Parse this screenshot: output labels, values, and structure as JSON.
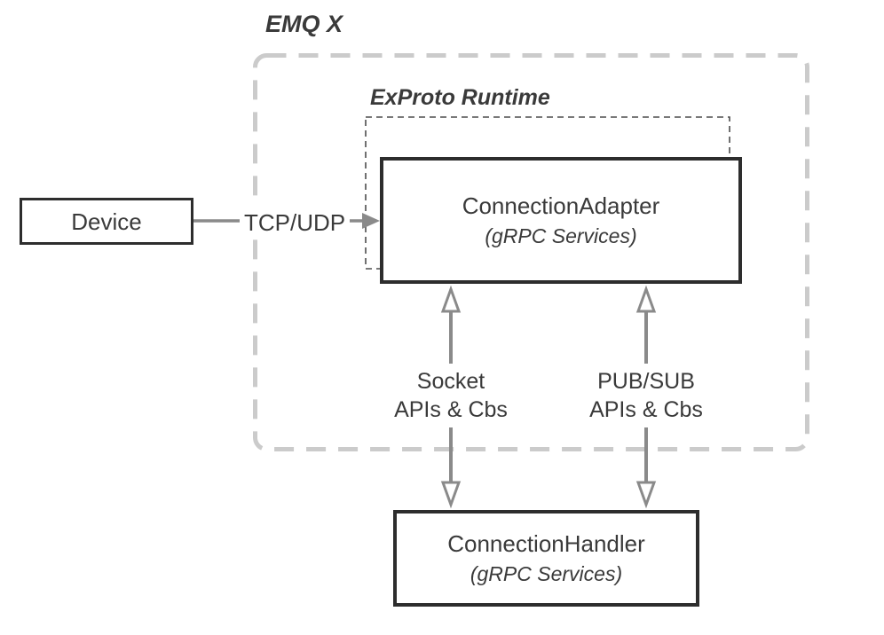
{
  "diagram": {
    "outer_group": {
      "label": "EMQ X"
    },
    "inner_group": {
      "label": "ExProto Runtime"
    },
    "nodes": {
      "device": {
        "label": "Device"
      },
      "connection_adapter": {
        "title": "ConnectionAdapter",
        "subtitle": "(gRPC Services)"
      },
      "connection_handler": {
        "title": "ConnectionHandler",
        "subtitle": "(gRPC Services)"
      }
    },
    "edges": {
      "tcp_udp": {
        "label": "TCP/UDP",
        "direction": "right"
      },
      "socket": {
        "label_line1": "Socket",
        "label_line2": "APIs & Cbs",
        "direction": "both"
      },
      "pubsub": {
        "label_line1": "PUB/SUB",
        "label_line2": "APIs & Cbs",
        "direction": "both"
      }
    },
    "colors": {
      "background": "#ffffff",
      "outer_dash": "#cbcbcb",
      "inner_dash": "#4d4d4d",
      "box_border": "#2d2d2d",
      "arrow": "#8a8a8a",
      "arrowhead_fill_hollow": "#ffffff",
      "text": "#3a3a3a"
    }
  }
}
